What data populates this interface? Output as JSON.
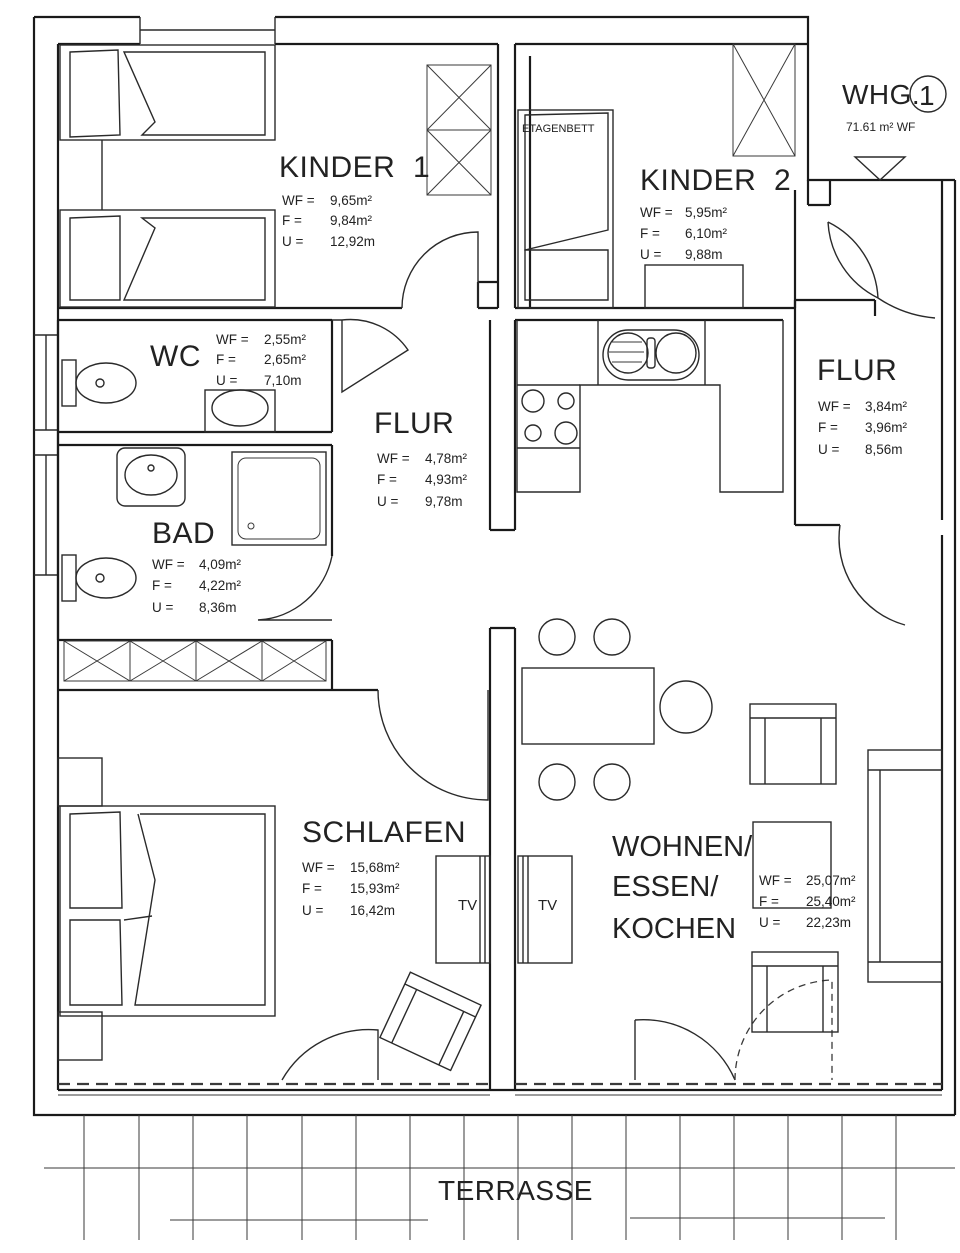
{
  "unit": {
    "label": "WHG.",
    "number": "1",
    "area_text": "71.61 m² WF"
  },
  "stat_labels": {
    "wf": "WF =",
    "f": "F =",
    "u": "U ="
  },
  "rooms": {
    "kinder1": {
      "name": "KINDER  1",
      "wf": "9,65m²",
      "f": "9,84m²",
      "u": "12,92m"
    },
    "kinder2": {
      "name": "KINDER  2",
      "wf": "5,95m²",
      "f": "6,10m²",
      "u": "9,88m"
    },
    "wc": {
      "name": "WC",
      "wf": "2,55m²",
      "f": "2,65m²",
      "u": "7,10m"
    },
    "flur_center": {
      "name": "FLUR",
      "wf": "4,78m²",
      "f": "4,93m²",
      "u": "9,78m"
    },
    "flur_entry": {
      "name": "FLUR",
      "wf": "3,84m²",
      "f": "3,96m²",
      "u": "8,56m"
    },
    "bad": {
      "name": "BAD",
      "wf": "4,09m²",
      "f": "4,22m²",
      "u": "8,36m"
    },
    "schlafen": {
      "name": "SCHLAFEN",
      "wf": "15,68m²",
      "f": "15,93m²",
      "u": "16,42m"
    },
    "wohnen": {
      "name_lines": [
        "WOHNEN/",
        "ESSEN/",
        "KOCHEN"
      ],
      "wf": "25,07m²",
      "f": "25,40m²",
      "u": "22,23m"
    }
  },
  "furniture_labels": {
    "bunk_bed": "ETAGENBETT",
    "tv": "TV"
  },
  "outdoor": {
    "terrace": "TERRASSE"
  }
}
